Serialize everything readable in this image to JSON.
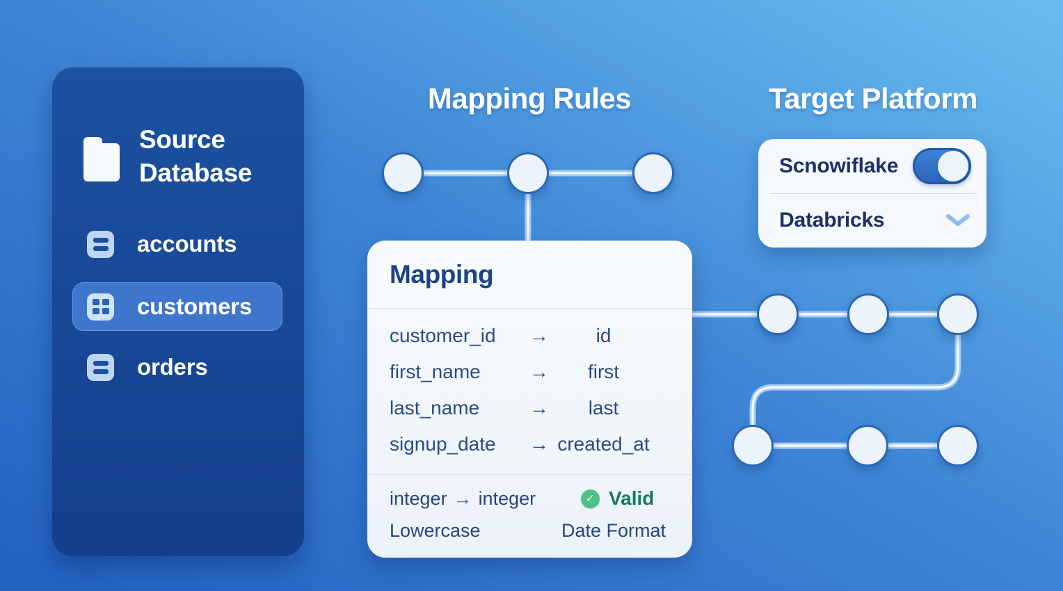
{
  "headers": {
    "mapping_rules": "Mapping Rules",
    "target_platform": "Target Platform"
  },
  "sidebar": {
    "title": "Source Database",
    "items": [
      {
        "label": "accounts",
        "icon": "table-rows-icon",
        "active": false
      },
      {
        "label": "customers",
        "icon": "table-grid-icon",
        "active": true
      },
      {
        "label": "orders",
        "icon": "table-rows-icon",
        "active": false
      }
    ]
  },
  "mapping_card": {
    "title": "Mapping",
    "arrow": "→",
    "rows": [
      {
        "source": "customer_id",
        "target": "id"
      },
      {
        "source": "first_name",
        "target": "first"
      },
      {
        "source": "last_name",
        "target": "last"
      },
      {
        "source": "signup_date",
        "target": "created_at"
      }
    ],
    "footer": {
      "type_source": "integer",
      "arrow": "→",
      "type_target": "integer",
      "status": "Valid",
      "check_glyph": "✓",
      "rule_lowercase": "Lowercase",
      "rule_date_format": "Date Format"
    }
  },
  "target_card": {
    "options": [
      {
        "label": "Scnowiflake",
        "control": "toggle",
        "state": "on"
      },
      {
        "label": "Databricks",
        "control": "chevron-down"
      }
    ]
  },
  "icons": {
    "folder": "folder-icon",
    "check": "check-icon",
    "chevron": "chevron-down-icon"
  },
  "colors": {
    "background_bottom_left": "#2161c0",
    "background_top_right": "#69bdef",
    "sidebar_bg": "#17489a",
    "active_item_bg": "#3e76cb",
    "card_bg": "#f4f8fc",
    "navy_text": "#1c4288",
    "row_text": "#2b4b82",
    "status_green": "#4ec189",
    "status_green_text": "#107a5a",
    "toggle_track": "#2f6dc2",
    "node_border": "#2c67b4",
    "tube_outer": "#a6ccf1",
    "tube_core": "#f6fbff"
  }
}
